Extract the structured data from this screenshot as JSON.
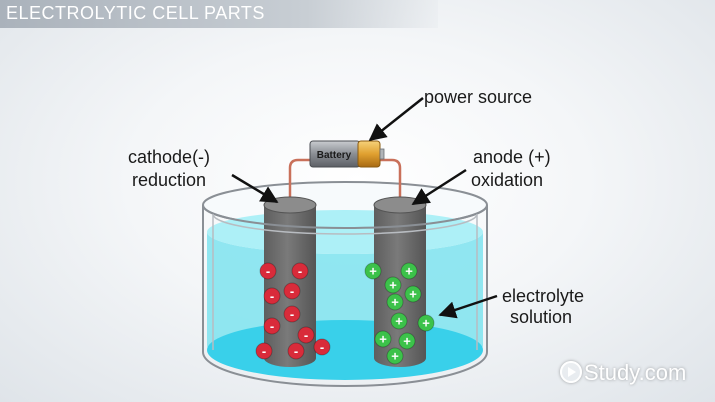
{
  "header": {
    "title": "ELECTROLYTIC CELL PARTS"
  },
  "battery": {
    "label": "Battery"
  },
  "labels": {
    "power_source": "power source",
    "cathode": "cathode",
    "cathode_sign": "(-)",
    "reduction": "reduction",
    "anode": "anode",
    "anode_sign": "(+)",
    "oxidation": "oxidation",
    "electrolyte_line1": "electrolyte",
    "electrolyte_line2": "solution"
  },
  "ions": {
    "negative_symbol": "-",
    "positive_symbol": "+"
  },
  "watermark": {
    "text": "Study.com"
  },
  "colors": {
    "solution": "#7ee3ef",
    "solution_floor": "#39d0ea",
    "electrode": "#6e6e6e",
    "negative_ion": "#d92b3a",
    "positive_ion": "#3cc24a",
    "wire": "#c9705a",
    "battery_gold": "#e0a030"
  }
}
